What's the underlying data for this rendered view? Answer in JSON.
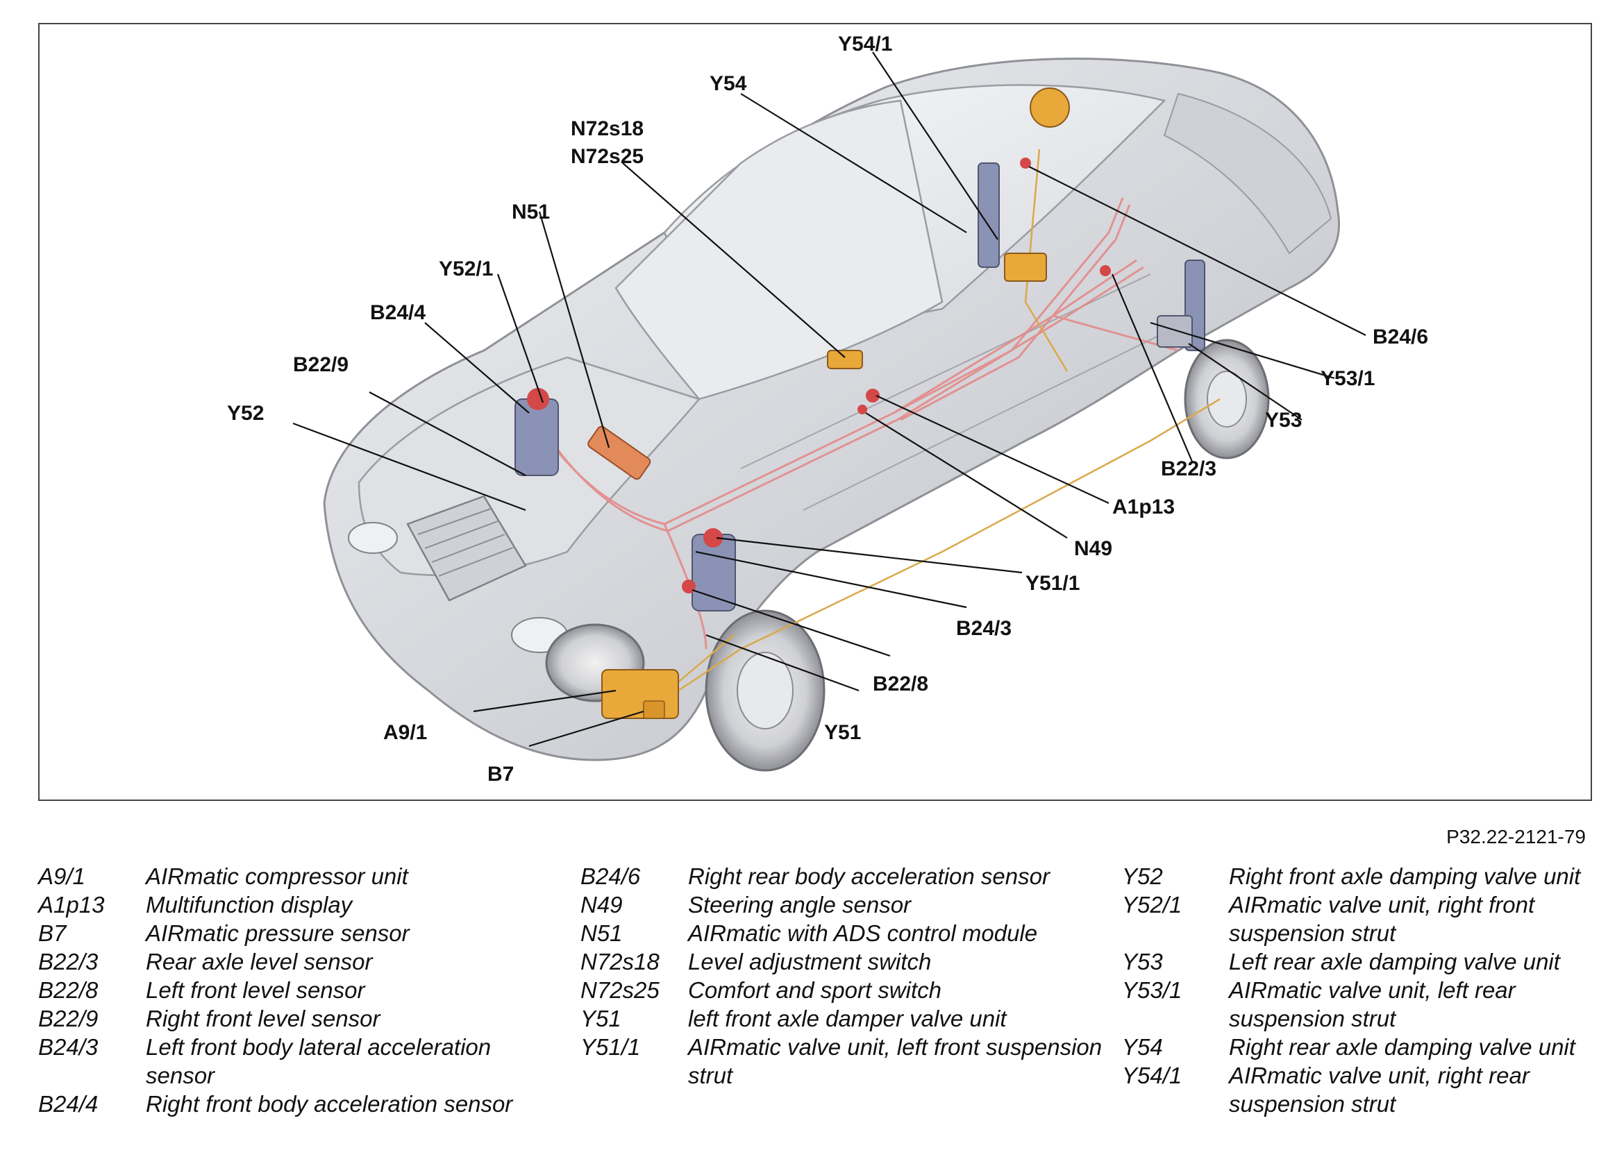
{
  "figure": {
    "reference_code": "P32.22-2121-79",
    "callouts": [
      {
        "id": "Y54_1",
        "label": "Y54/1"
      },
      {
        "id": "Y54",
        "label": "Y54"
      },
      {
        "id": "N72s18",
        "label": "N72s18"
      },
      {
        "id": "N72s25",
        "label": "N72s25"
      },
      {
        "id": "N51",
        "label": "N51"
      },
      {
        "id": "Y52_1",
        "label": "Y52/1"
      },
      {
        "id": "B24_4",
        "label": "B24/4"
      },
      {
        "id": "B22_9",
        "label": "B22/9"
      },
      {
        "id": "Y52",
        "label": "Y52"
      },
      {
        "id": "B24_6",
        "label": "B24/6"
      },
      {
        "id": "Y53_1",
        "label": "Y53/1"
      },
      {
        "id": "Y53",
        "label": "Y53"
      },
      {
        "id": "B22_3",
        "label": "B22/3"
      },
      {
        "id": "A1p13",
        "label": "A1p13"
      },
      {
        "id": "N49",
        "label": "N49"
      },
      {
        "id": "Y51_1",
        "label": "Y51/1"
      },
      {
        "id": "B24_3",
        "label": "B24/3"
      },
      {
        "id": "B22_8",
        "label": "B22/8"
      },
      {
        "id": "Y51",
        "label": "Y51"
      },
      {
        "id": "A9_1",
        "label": "A9/1"
      },
      {
        "id": "B7",
        "label": "B7"
      }
    ],
    "colors": {
      "body": "#d9dade",
      "body_edge": "#9a9ca2",
      "air_lines": "#e48a8a",
      "components": "#e8a83a",
      "struts": "#8a93b5"
    }
  },
  "legend": {
    "col1": [
      {
        "code": "A9/1",
        "desc": "AIRmatic compressor unit"
      },
      {
        "code": "A1p13",
        "desc": "Multifunction display"
      },
      {
        "code": "B7",
        "desc": "AIRmatic pressure sensor"
      },
      {
        "code": "B22/3",
        "desc": "Rear axle level sensor"
      },
      {
        "code": "B22/8",
        "desc": "Left front level sensor"
      },
      {
        "code": "B22/9",
        "desc": "Right front level sensor"
      },
      {
        "code": "B24/3",
        "desc": "Left front body lateral acceleration sensor"
      },
      {
        "code": "B24/4",
        "desc": "Right front body acceleration sensor"
      }
    ],
    "col2": [
      {
        "code": "B24/6",
        "desc": "Right rear body acceleration sensor"
      },
      {
        "code": "N49",
        "desc": "Steering angle sensor"
      },
      {
        "code": "N51",
        "desc": "AIRmatic with ADS control module"
      },
      {
        "code": "N72s18",
        "desc": "Level adjustment switch"
      },
      {
        "code": "N72s25",
        "desc": "Comfort and sport switch"
      },
      {
        "code": "Y51",
        "desc": "left front axle damper valve unit"
      },
      {
        "code": "Y51/1",
        "desc": "AIRmatic valve unit, left front suspension strut"
      }
    ],
    "col3": [
      {
        "code": "Y52",
        "desc": "Right front axle damping valve unit"
      },
      {
        "code": "Y52/1",
        "desc": "AIRmatic valve unit, right front suspension strut"
      },
      {
        "code": "Y53",
        "desc": "Left rear axle damping valve unit"
      },
      {
        "code": "Y53/1",
        "desc": "AIRmatic valve unit, left rear suspension strut"
      },
      {
        "code": "Y54",
        "desc": "Right rear axle damping valve unit"
      },
      {
        "code": "Y54/1",
        "desc": "AIRmatic valve unit, right rear suspension strut"
      }
    ]
  }
}
